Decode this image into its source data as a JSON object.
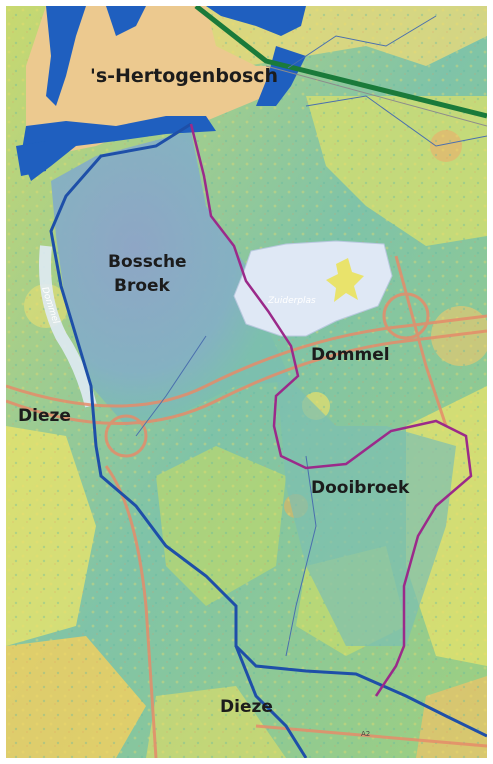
{
  "map": {
    "labels": {
      "city": "'s-Hertogenbosch",
      "bossche": "Bossche",
      "broek": "Broek",
      "dommel_large": "Dommel",
      "dieze_left": "Dieze",
      "dooibroek": "Dooibroek",
      "dieze_bottom": "Dieze",
      "zuiderplas": "Zuiderplas",
      "dommel_small": "Dommel",
      "road_a2": "A2"
    },
    "colors": {
      "water": "#1f5fbf",
      "river_blue": "#1e4fa8",
      "river_purple": "#9b2a8a",
      "railway": "#1a7a3a",
      "low_polder": "#8ea9c9",
      "city_land": "#e9c98a",
      "high_ground": "#e8e36b",
      "lake": "#dfe8f5"
    }
  }
}
